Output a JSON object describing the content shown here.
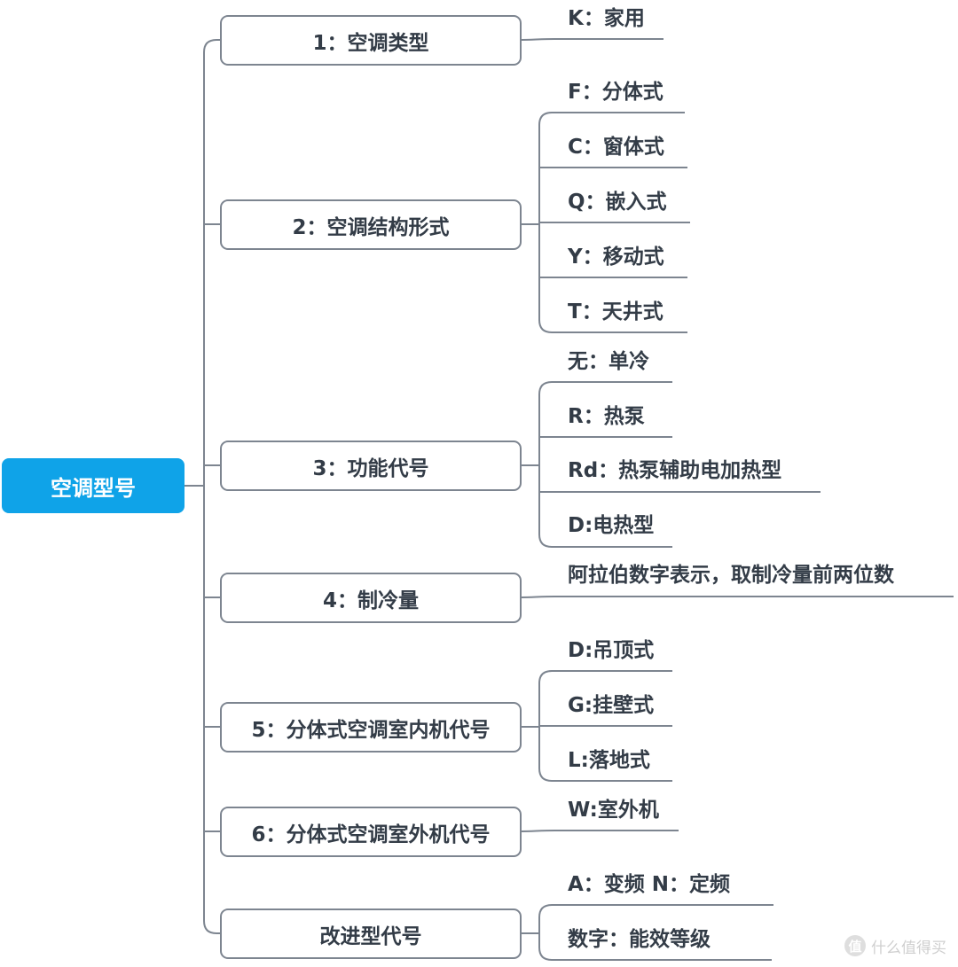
{
  "colors": {
    "root_fill": "#0fa3e8",
    "line": "#7d8590",
    "text": "#333c47"
  },
  "root": "空调型号",
  "branches": [
    {
      "label": "1：空调类型",
      "leaves": [
        "K：家用"
      ]
    },
    {
      "label": "2：空调结构形式",
      "leaves": [
        "F：分体式",
        "C：窗体式",
        "Q：嵌入式",
        "Y：移动式",
        "T：天井式"
      ]
    },
    {
      "label": "3：功能代号",
      "leaves": [
        "无：单冷",
        "R：热泵",
        "Rd：热泵辅助电加热型",
        "D:电热型"
      ]
    },
    {
      "label": "4：制冷量",
      "leaves": [
        "阿拉伯数字表示，取制冷量前两位数"
      ]
    },
    {
      "label": "5：分体式空调室内机代号",
      "leaves": [
        "D:吊顶式",
        "G:挂壁式",
        "L:落地式"
      ]
    },
    {
      "label": "6：分体式空调室外机代号",
      "leaves": [
        "W:室外机"
      ]
    },
    {
      "label": "改进型代号",
      "leaves": [
        "A：变频   N：定频",
        "数字：能效等级"
      ]
    }
  ],
  "watermark": {
    "icon": "什么值得买-logo-icon",
    "logo_char": "值",
    "text": "什么值得买"
  }
}
